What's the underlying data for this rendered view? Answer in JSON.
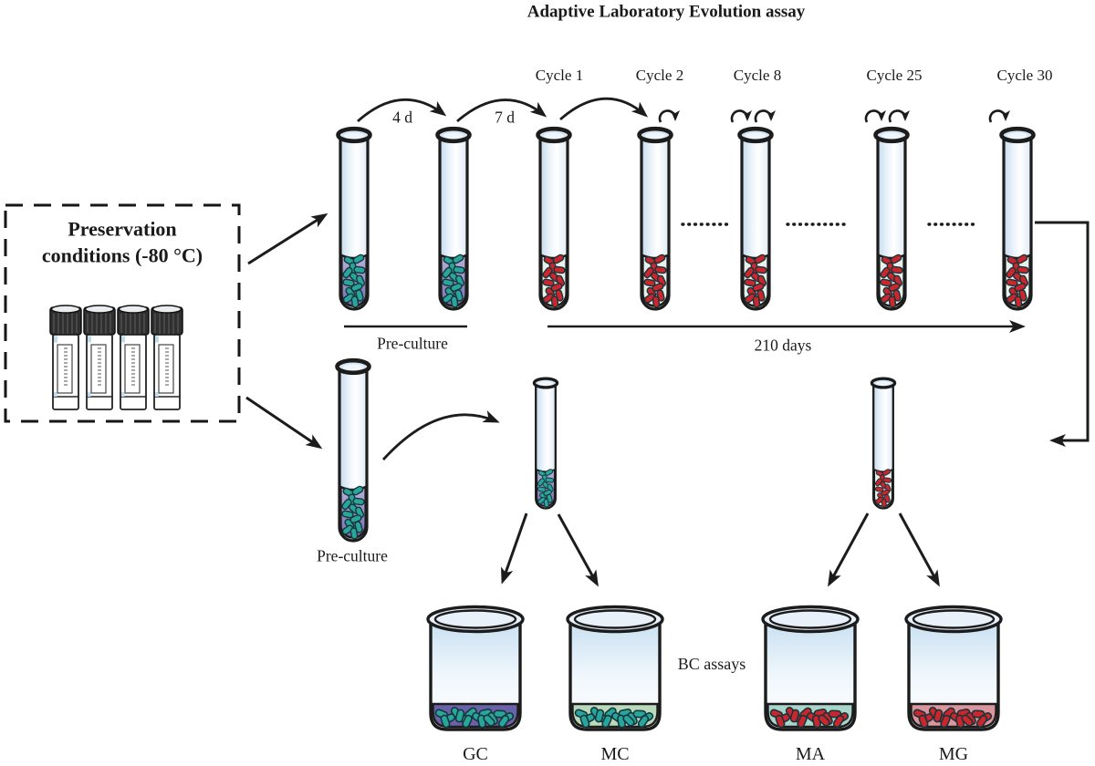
{
  "figure": {
    "title": "Adaptive Laboratory Evolution assay"
  },
  "preservation_box": {
    "label": "Preservation conditions (-80 °C)",
    "vial_count": 4
  },
  "transfers": {
    "interval_1": "4 d",
    "interval_2": "7 d"
  },
  "cycles": [
    {
      "label": "Cycle 1"
    },
    {
      "label": "Cycle 2"
    },
    {
      "label": "Cycle 8"
    },
    {
      "label": "Cycle 25"
    },
    {
      "label": "Cycle 30"
    }
  ],
  "pre_culture": {
    "top_label": "Pre-culture",
    "bottom_label": "Pre-culture"
  },
  "timeline": {
    "label": "210 days"
  },
  "bc_assays": {
    "label": "BC assays",
    "beakers": [
      {
        "label": "GC",
        "sediment_color": "#6a62a9",
        "cell_color": "#29a69b"
      },
      {
        "label": "MC",
        "sediment_color": "#b9d9bb",
        "cell_color": "#29a69b"
      },
      {
        "label": "MA",
        "sediment_color": "#a9d6cb",
        "cell_color": "#c9262d"
      },
      {
        "label": "MG",
        "sediment_color": "#d9969e",
        "cell_color": "#c9262d"
      }
    ]
  },
  "colors": {
    "teal_cells": "#29a69b",
    "red_cells": "#c9262d",
    "purple_medium": "#756eb3",
    "pale_medium": "#e7f1ec",
    "outline": "#1c1c1c"
  }
}
